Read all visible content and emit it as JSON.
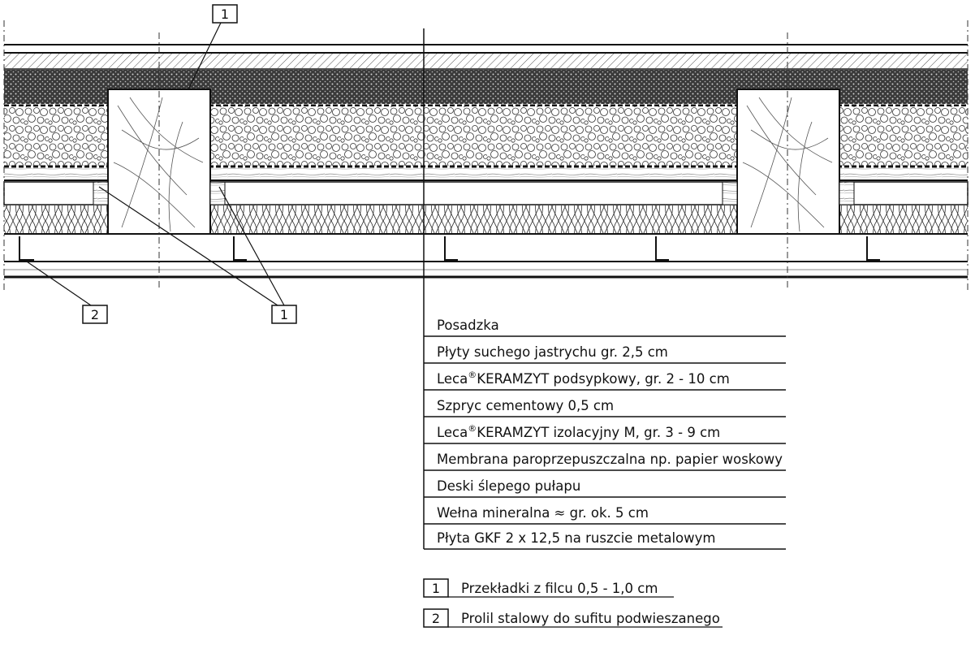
{
  "callouts": {
    "top_marker": "1",
    "left_marker": "2",
    "middle_marker": "1"
  },
  "layers": [
    "Posadzka",
    "Płyty suchego jastrychu gr. 2,5 cm",
    "KERAMZYT podsypkowy, gr. 2 - 10 cm",
    "Szpryc cementowy 0,5 cm",
    "KERAMZYT izolacyjny M, gr. 3 - 9 cm",
    "Membrana paroprzepuszczalna np. papier woskowy",
    "Deski ślepego pułapu",
    "Wełna mineralna ≈ gr. ok. 5 cm",
    "Płyta GKF 2 x 12,5 na ruszcie metalowym"
  ],
  "brand": {
    "name": "Leca",
    "mark": "®"
  },
  "legend": [
    {
      "num": "1",
      "text": "Przekładki z filcu 0,5 - 1,0 cm"
    },
    {
      "num": "2",
      "text": "Prolil stalowy do sufitu podwieszanego"
    }
  ]
}
